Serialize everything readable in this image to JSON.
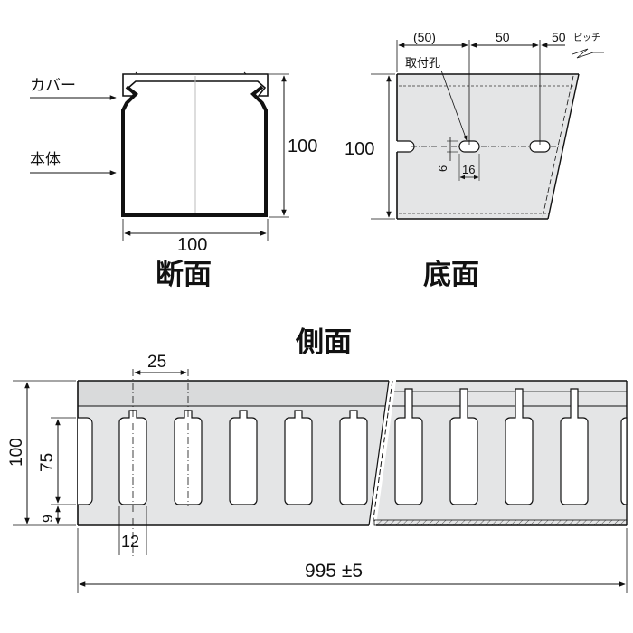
{
  "section_view": {
    "title": "断面",
    "cover_label": "カバー",
    "body_label": "本体",
    "height_dim": "100",
    "width_dim": "100"
  },
  "bottom_view": {
    "title": "底面",
    "pitch_first": "(50)",
    "pitch_second": "50",
    "pitch_third": "50",
    "pitch_label": "ピッチ",
    "mount_hole_label": "取付孔",
    "height_dim": "100",
    "slot_height_dim": "6",
    "slot_width_dim": "16"
  },
  "side_view": {
    "title": "側面",
    "slot_pitch_dim": "25",
    "total_height_dim": "100",
    "slot_length_dim": "75",
    "base_height_dim": "9",
    "slot_width_dim": "12",
    "length_dim": "995 ±5"
  },
  "colors": {
    "line": "#111111",
    "panel_fill": "#e4e5e6",
    "top_band_fill": "#d9dadb",
    "white": "#ffffff"
  }
}
